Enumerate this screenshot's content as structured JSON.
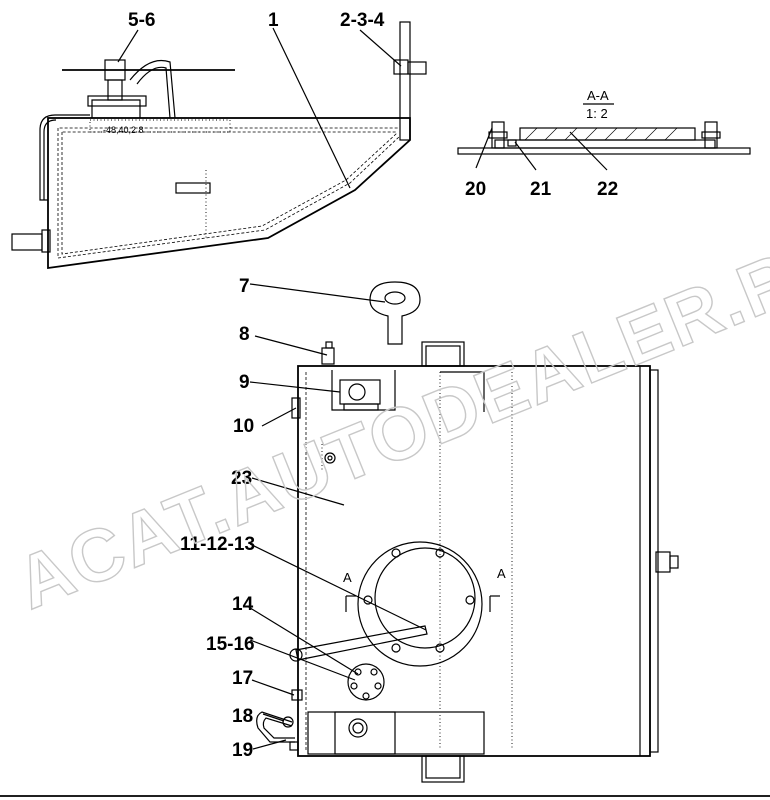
{
  "labels": {
    "l_5_6": "5-6",
    "l_1": "1",
    "l_2_3_4": "2-3-4",
    "l_7": "7",
    "l_8": "8",
    "l_9": "9",
    "l_10": "10",
    "l_23": "23",
    "l_11_12_13": "11-12-13",
    "l_14": "14",
    "l_15_16": "15-16",
    "l_17": "17",
    "l_18": "18",
    "l_19": "19",
    "l_20": "20",
    "l_21": "21",
    "l_22": "22"
  },
  "section": {
    "title": "A-A",
    "scale": "1: 2",
    "marker_left": "A",
    "marker_right": "A"
  },
  "watermark": "ACAT.AUTODEALER.RU"
}
